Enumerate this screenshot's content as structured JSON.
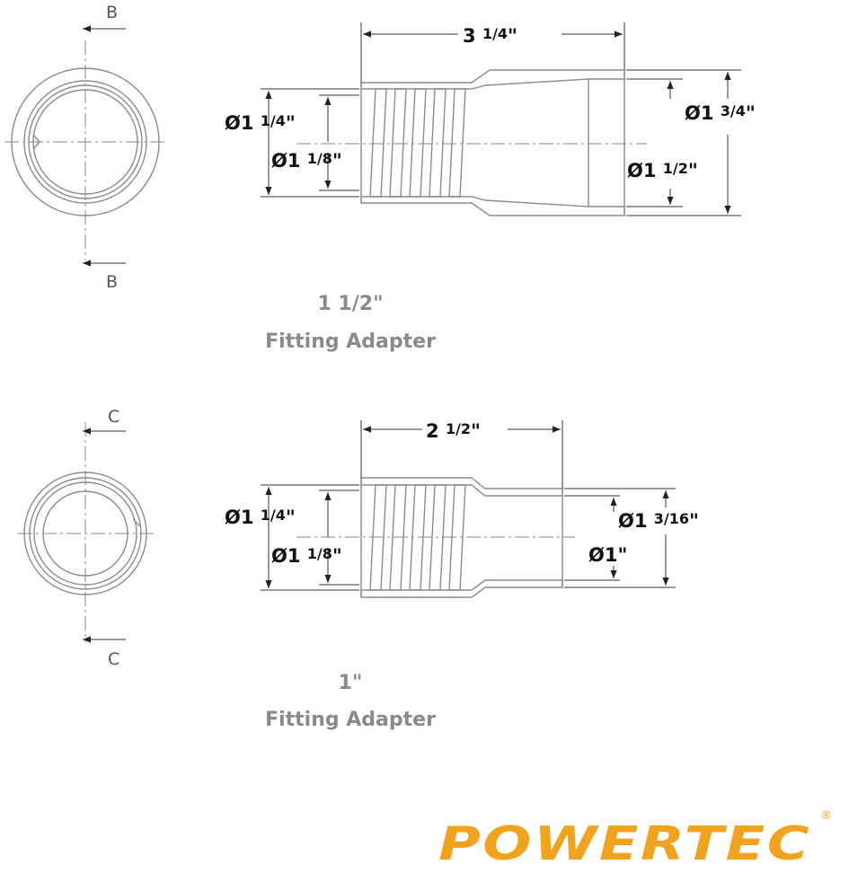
{
  "adapter_1": {
    "title_size": "1 1/2\"",
    "title_name": "Fitting Adapter",
    "section_label": "B",
    "length": {
      "whole": "3",
      "frac": "1/4",
      "unit": "\""
    },
    "d_outer_left": {
      "whole": "Ø1",
      "frac": "1/4",
      "unit": "\""
    },
    "d_inner_left": {
      "whole": "Ø1",
      "frac": "1/8",
      "unit": "\""
    },
    "d_inner_right": {
      "whole": "Ø1",
      "frac": "1/2",
      "unit": "\""
    },
    "d_outer_right": {
      "whole": "Ø1",
      "frac": "3/4",
      "unit": "\""
    }
  },
  "adapter_2": {
    "title_size": "1\"",
    "title_name": "Fitting Adapter",
    "section_label": "C",
    "length": {
      "whole": "2",
      "frac": "1/2",
      "unit": "\""
    },
    "d_outer_left": {
      "whole": "Ø1",
      "frac": "1/4",
      "unit": "\""
    },
    "d_inner_left": {
      "whole": "Ø1",
      "frac": "1/8",
      "unit": "\""
    },
    "d_inner_right": {
      "whole": "Ø1\"",
      "frac": "",
      "unit": ""
    },
    "d_outer_right": {
      "whole": "Ø1",
      "frac": "3/16",
      "unit": "\""
    }
  },
  "brand": {
    "logo_text": "POWERTEC",
    "registered": "®",
    "color": "#f0a31e"
  }
}
